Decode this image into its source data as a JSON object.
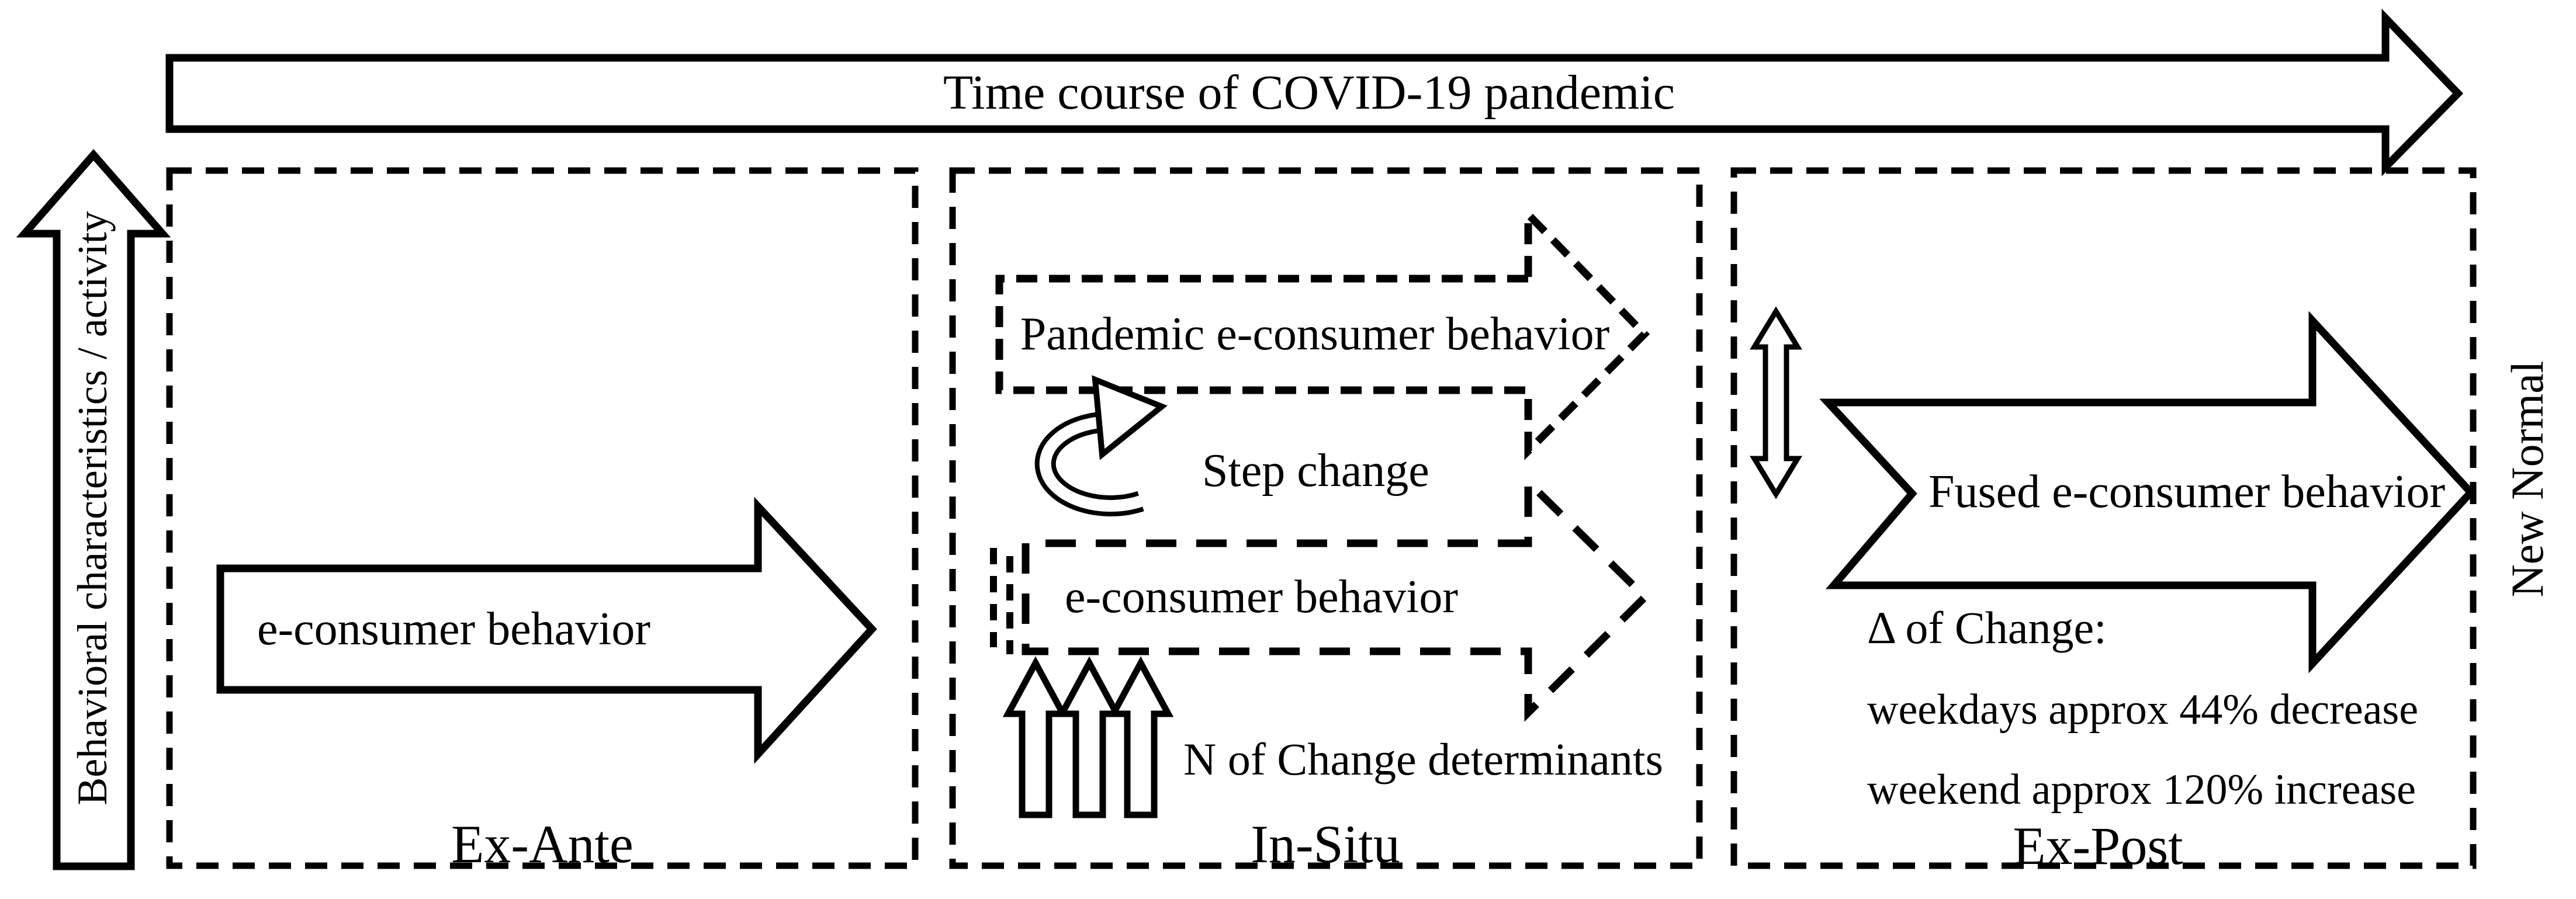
{
  "timeline": {
    "label": "Time course of COVID-19 pandemic"
  },
  "y_axis": {
    "label": "Behavioral characteristics / activity"
  },
  "right_axis": {
    "label": "New Normal"
  },
  "ex_ante": {
    "phase_label": "Ex-Ante",
    "arrow_label": "e-consumer behavior"
  },
  "in_situ": {
    "phase_label": "In-Situ",
    "pandemic_arrow_label": "Pandemic e-consumer behavior",
    "step_change_label": "Step change",
    "consumer_arrow_label": "e-consumer behavior",
    "determinants_label": "N of Change determinants"
  },
  "ex_post": {
    "phase_label": "Ex-Post",
    "arrow_label": "Fused e-consumer behavior",
    "delta_heading": "Δ of Change:",
    "delta_weekdays": "weekdays approx 44% decrease",
    "delta_weekend": "weekend approx 120% increase"
  },
  "colors": {
    "ink": "#000000",
    "paper": "#ffffff"
  }
}
